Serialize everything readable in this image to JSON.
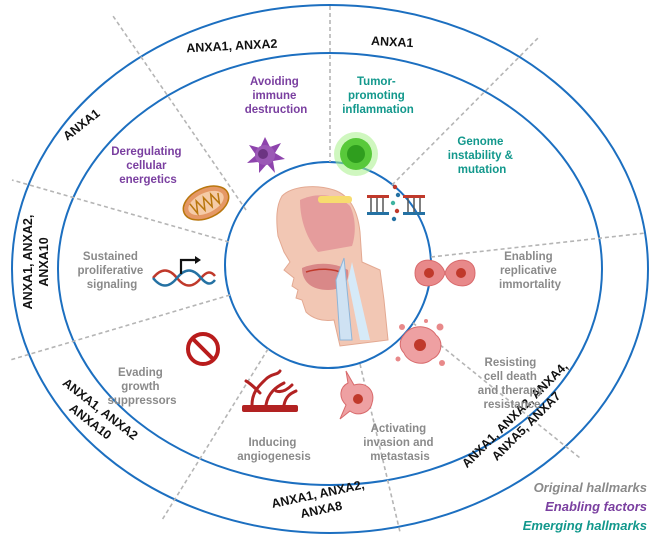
{
  "colors": {
    "ring": "#1c6fc0",
    "divider": "#b5b5b5",
    "original": "#8a8a8a",
    "enabling": "#7a3fa0",
    "emerging": "#12988c",
    "gene_text": "#111111"
  },
  "genes": {
    "top_left": "ANXA1, ANXA2",
    "top_right": "ANXA1",
    "upper_left": "ANXA1",
    "left_line1": "ANXA1, ANXA2,",
    "left_line2": "ANXA10",
    "lower_left_line1": "ANXA1, ANXA2",
    "lower_left_line2": "ANXA10",
    "bottom_line1": "ANXA1, ANXA2,",
    "bottom_line2": "ANXA8",
    "lower_right_line1": "ANXA1, ANXA2, ANXA4,",
    "lower_right_line2": "ANXA5,  ANXA7"
  },
  "hallmarks": {
    "immune": [
      "Avoiding",
      "immune",
      "destruction"
    ],
    "inflammation": [
      "Tumor-",
      "promoting",
      "inflammation"
    ],
    "genome": [
      "Genome",
      "instability &",
      "mutation"
    ],
    "replicative": [
      "Enabling",
      "replicative",
      "immortality"
    ],
    "cell_death": [
      "Resisting",
      "cell death",
      "and therapy",
      "resistance"
    ],
    "invasion": [
      "Activating",
      "invasion and",
      "metastasis"
    ],
    "angiogenesis": [
      "Inducing",
      "angiogenesis"
    ],
    "growth_suppressors": [
      "Evading",
      "growth",
      "suppressors"
    ],
    "proliferative": [
      "Sustained",
      "proliferative",
      "signaling"
    ],
    "energetics": [
      "Deregulating",
      "cellular",
      "energetics"
    ]
  },
  "icons": {
    "immune": "dendritic-cell-icon",
    "inflammation": "inflamed-cell-icon",
    "genome": "broken-dna-icon",
    "replicative": "dividing-cell-icon",
    "cell_death": "apoptotic-cell-icon",
    "invasion": "migrating-cell-icon",
    "angiogenesis": "blood-vessel-icon",
    "growth_suppressors": "prohibition-sign-icon",
    "proliferative": "dna-promoter-arrow-icon",
    "energetics": "mitochondrion-icon",
    "center": "head-and-neck-anatomy-icon"
  },
  "legend": {
    "original": "Original hallmarks",
    "enabling": "Enabling factors",
    "emerging": "Emerging hallmarks"
  }
}
